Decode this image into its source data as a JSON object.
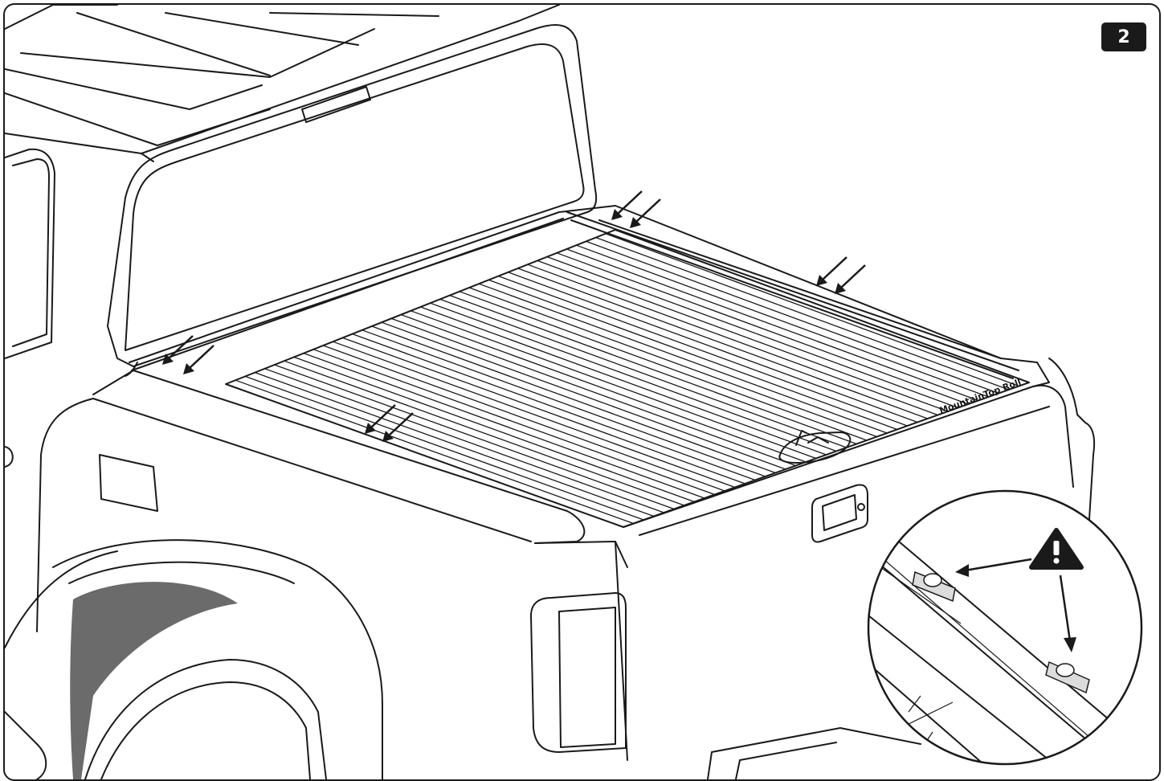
{
  "step": {
    "number": "2"
  },
  "cover": {
    "brand_text": "MountainTop Roll"
  },
  "colors": {
    "ink": "#1a1a1a",
    "wheel_arch": "#6b6b6b",
    "badge_bg": "#1a1a1a"
  },
  "callout": {
    "warning_icon": "warning-triangle-icon",
    "subject": "clip-fastener"
  }
}
